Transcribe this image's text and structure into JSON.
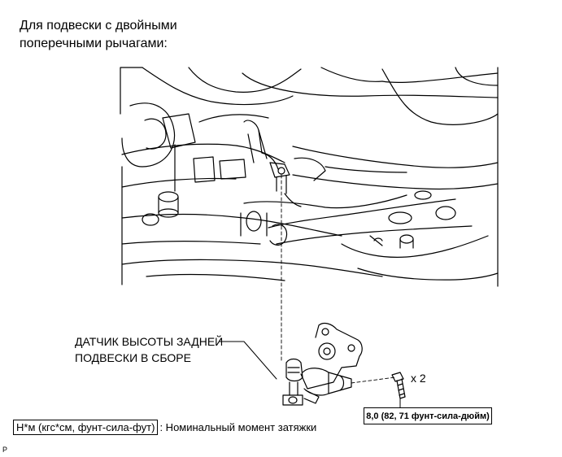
{
  "title": {
    "line1": "Для подвески с двойными",
    "line2": "поперечными рычагами:"
  },
  "sensor_label": {
    "line1": "ДАТЧИК ВЫСОТЫ ЗАДНЕЙ",
    "line2": "ПОДВЕСКИ В СБОРЕ"
  },
  "bolt_quantity": "x 2",
  "torque_spec": "8,0 (82, 71 фунт-сила-дюйм)",
  "legend": {
    "unit_box": "Н*м (кгс*см, фунт-сила-фут)",
    "description": ": Номинальный момент затяжки"
  },
  "ref_code": "P"
}
